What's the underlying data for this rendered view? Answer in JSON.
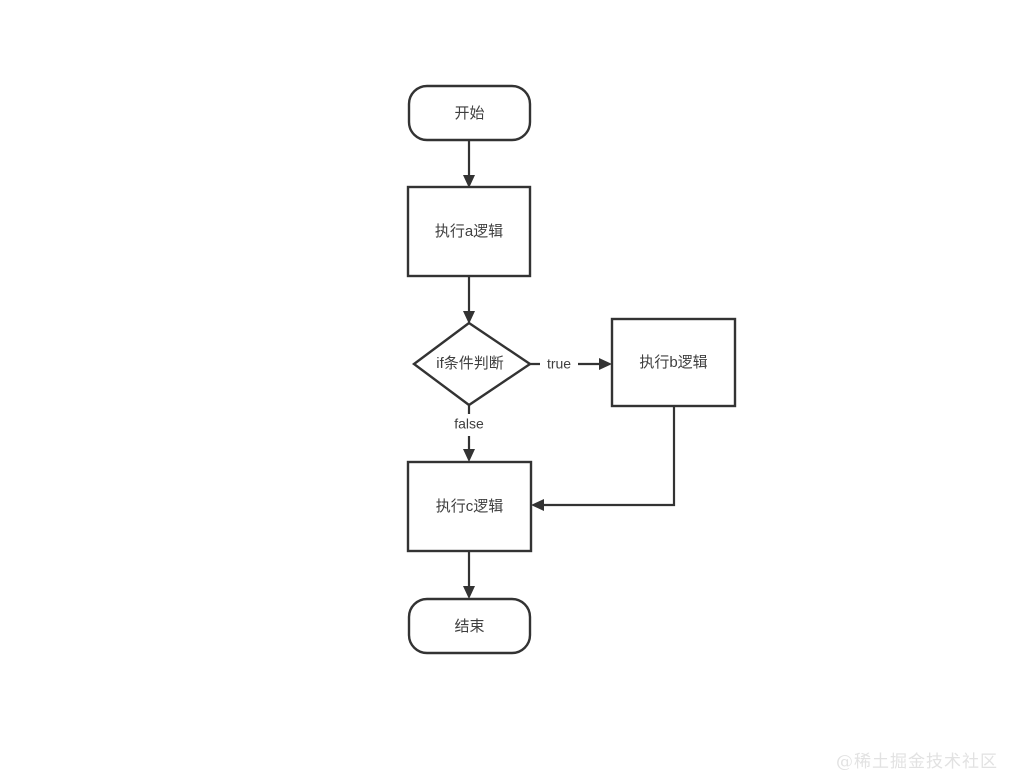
{
  "diagram": {
    "type": "flowchart",
    "orientation": "top-to-bottom",
    "background_color": "#ffffff",
    "stroke_color": "#333333",
    "text_color": "#3f3f3f",
    "nodes": [
      {
        "id": "start",
        "shape": "stadium",
        "label": "开始"
      },
      {
        "id": "a",
        "shape": "rectangle",
        "label": "执行a逻辑"
      },
      {
        "id": "cond",
        "shape": "diamond",
        "label": "if条件判断"
      },
      {
        "id": "b",
        "shape": "rectangle",
        "label": "执行b逻辑"
      },
      {
        "id": "c",
        "shape": "rectangle",
        "label": "执行c逻辑"
      },
      {
        "id": "end",
        "shape": "stadium",
        "label": "结束"
      }
    ],
    "edges": [
      {
        "from": "start",
        "to": "a",
        "label": ""
      },
      {
        "from": "a",
        "to": "cond",
        "label": ""
      },
      {
        "from": "cond",
        "to": "b",
        "label": "true"
      },
      {
        "from": "cond",
        "to": "c",
        "label": "false"
      },
      {
        "from": "b",
        "to": "c",
        "label": ""
      },
      {
        "from": "c",
        "to": "end",
        "label": ""
      }
    ]
  },
  "watermark": {
    "text": "@稀土掘金技术社区"
  }
}
